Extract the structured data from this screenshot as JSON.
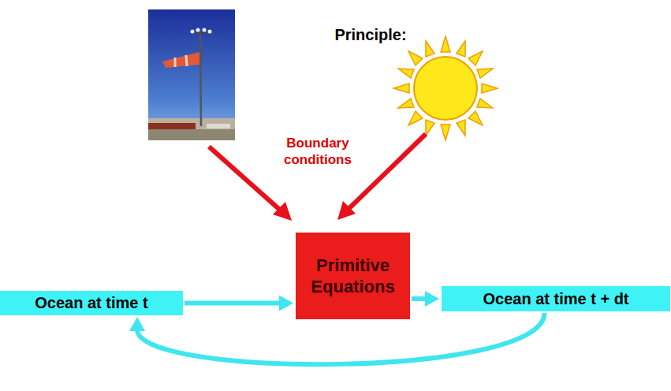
{
  "diagram": {
    "title": "Principle:",
    "nodes": [
      {
        "text": [
          "Ocean at time t"
        ]
      },
      {
        "text": [
          "Primitive Equations"
        ]
      },
      {
        "text": [
          "Ocean at time t + dt"
        ]
      }
    ],
    "edges": [
      {
        "from": 0,
        "to": 1,
        "arrow": "to"
      },
      {
        "from": 1,
        "to": 2,
        "arrow": "to"
      },
      {
        "from": 2,
        "to": 0,
        "arrow": "to"
      }
    ],
    "labels": [
      "Boundary conditions"
    ]
  }
}
